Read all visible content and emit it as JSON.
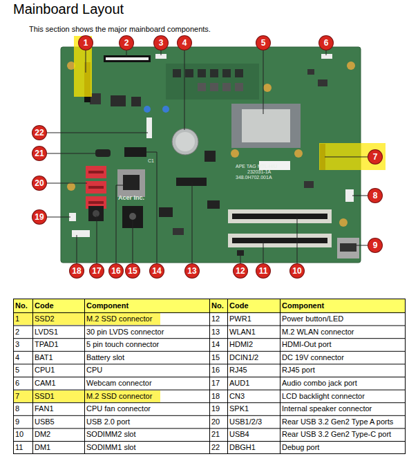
{
  "diagram": {
    "title": "Mainboard Layout",
    "labels": [
      "This section shows the major mainboard components.",
      "APE TAG MTL-H/U",
      "232031-1A",
      "348.0H702.001A",
      "Acer Inc.",
      "C1",
      "1",
      "2",
      "3",
      "4",
      "5",
      "6",
      "7",
      "8",
      "9",
      "10",
      "11",
      "12",
      "13",
      "14",
      "15",
      "16",
      "17",
      "18",
      "19",
      "20",
      "21",
      "22",
      "No.",
      "Code",
      "Component",
      "No.",
      "Code",
      "Component",
      "1",
      "SSD2",
      "M.2 SSD connector",
      "12",
      "PWR1",
      "Power button/LED",
      "2",
      "LVDS1",
      "30 pin LVDS connector",
      "13",
      "WLAN1",
      "M.2 WLAN connector",
      "3",
      "TPAD1",
      "5 pin touch connector",
      "14",
      "HDMI2",
      "HDMI-Out port",
      "4",
      "BAT1",
      "Battery slot",
      "15",
      "DCIN1/2",
      "DC 19V connector",
      "5",
      "CPU1",
      "CPU",
      "16",
      "RJ45",
      "RJ45 port",
      "6",
      "CAM1",
      "Webcam connector",
      "17",
      "AUD1",
      "Audio combo jack port",
      "7",
      "SSD1",
      "M.2 SSD connector",
      "18",
      "CN3",
      "LCD backlight connector",
      "8",
      "FAN1",
      "CPU fan connector",
      "19",
      "SPK1",
      "Internal speaker connector",
      "9",
      "USB5",
      "USB 2.0 port",
      "20",
      "USB1/2/3",
      "Rear USB 3.2 Gen2 Type A ports",
      "10",
      "DM2",
      "SODIMM2 slot",
      "21",
      "USB4",
      "Rear USB 3.2 Gen2 Type-C port",
      "11",
      "DM1",
      "SODIMM1 slot",
      "22",
      "DBGH1",
      "Debug port"
    ]
  }
}
